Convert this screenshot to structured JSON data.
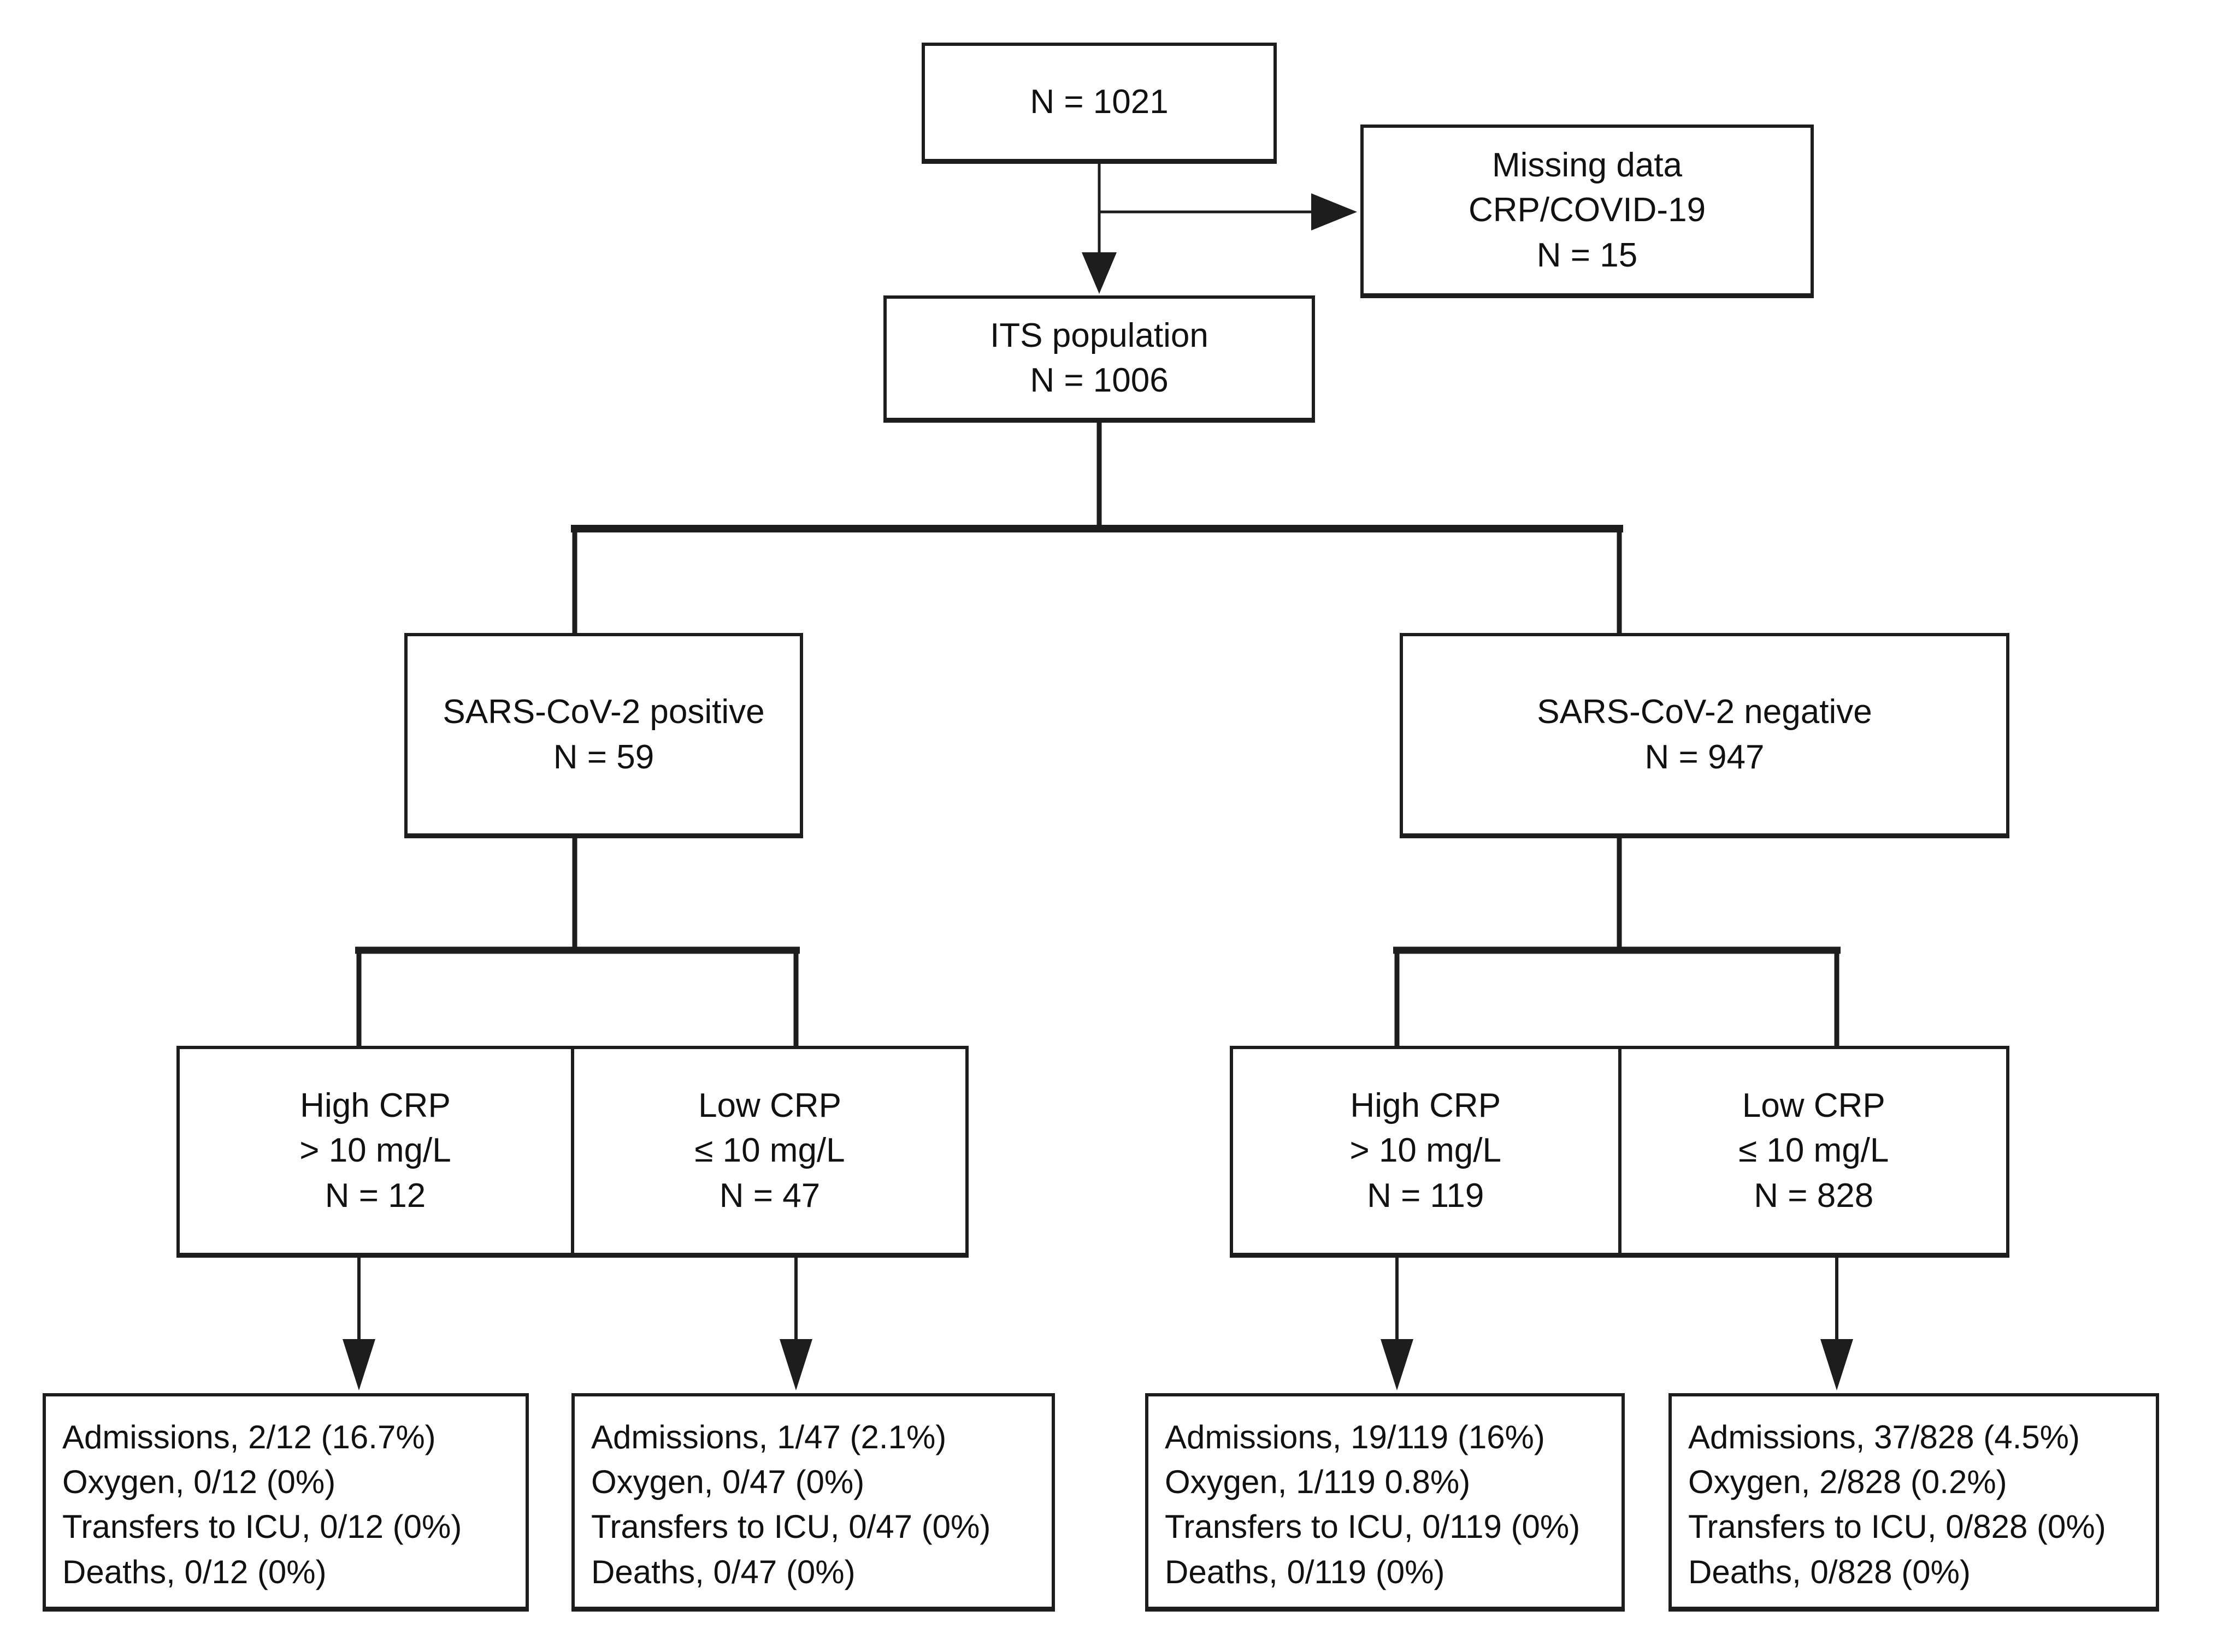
{
  "figure": {
    "background": "#ffffff",
    "line_color": "#1d1d1d",
    "text_color": "#111111"
  },
  "flowchart": {
    "total": {
      "lines": [
        "N = 1021"
      ]
    },
    "missing": {
      "lines": [
        "Missing data",
        "CRP/COVID-19",
        "N = 15"
      ]
    },
    "its": {
      "lines": [
        "ITS population",
        "N = 1006"
      ]
    },
    "sars_positive": {
      "lines": [
        "SARS-CoV-2 positive",
        "N = 59"
      ]
    },
    "sars_negative": {
      "lines": [
        "SARS-CoV-2 negative",
        "N = 947"
      ]
    },
    "pos_high_crp": {
      "lines": [
        "High CRP",
        "> 10 mg/L",
        "N = 12"
      ]
    },
    "pos_low_crp": {
      "lines": [
        "Low CRP",
        "≤ 10 mg/L",
        "N = 47"
      ]
    },
    "neg_high_crp": {
      "lines": [
        "High CRP",
        "> 10 mg/L",
        "N = 119"
      ]
    },
    "neg_low_crp": {
      "lines": [
        "Low CRP",
        "≤ 10 mg/L",
        "N = 828"
      ]
    },
    "outcomes_pos_high": {
      "lines": [
        "Admissions, 2/12 (16.7%)",
        "Oxygen, 0/12 (0%)",
        "Transfers to ICU, 0/12 (0%)",
        "Deaths, 0/12 (0%)"
      ]
    },
    "outcomes_pos_low": {
      "lines": [
        "Admissions, 1/47 (2.1%)",
        "Oxygen, 0/47 (0%)",
        "Transfers to ICU, 0/47 (0%)",
        "Deaths, 0/47 (0%)"
      ]
    },
    "outcomes_neg_high": {
      "lines": [
        "Admissions, 19/119 (16%)",
        "Oxygen, 1/119 0.8%)",
        "Transfers to ICU, 0/119 (0%)",
        "Deaths, 0/119 (0%)"
      ]
    },
    "outcomes_neg_low": {
      "lines": [
        "Admissions, 37/828 (4.5%)",
        "Oxygen, 2/828 (0.2%)",
        "Transfers to ICU, 0/828 (0%)",
        "Deaths, 0/828 (0%)"
      ]
    }
  }
}
